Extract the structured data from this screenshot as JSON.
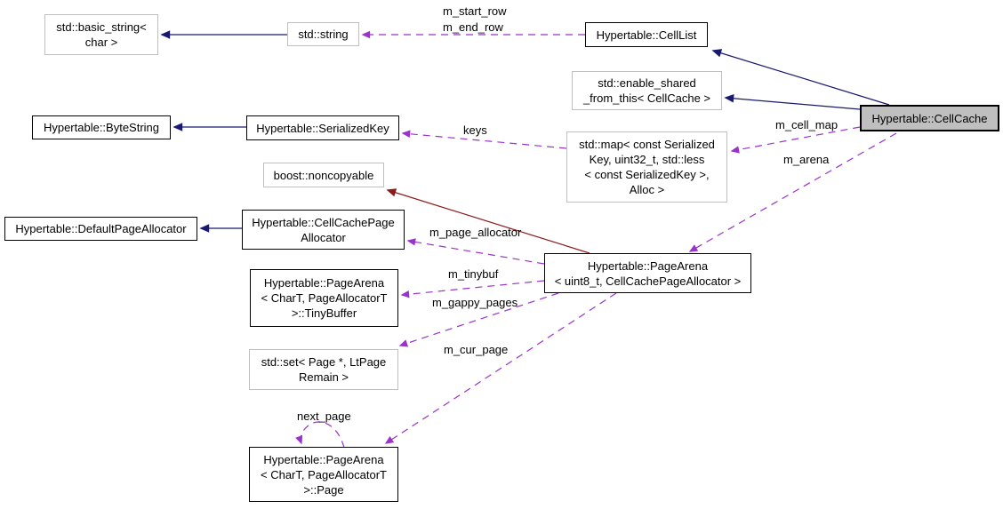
{
  "diagram": {
    "kind": "doxygen-collaboration-graph",
    "current_class": "Hypertable::CellCache",
    "colors": {
      "public_inheritance_arrow": "#191970",
      "private_inheritance_arrow": "#8b1a1a",
      "usage_arrow": "#9a32cd",
      "current_node_fill": "#bfbfbf",
      "node_border": "#000000",
      "external_node_border": "#bfbfbf",
      "background": "#ffffff",
      "text": "#000000"
    },
    "nodes": {
      "basic_string": {
        "lines": [
          "std::basic_string<",
          "char >"
        ]
      },
      "std_string": {
        "lines": [
          "std::string"
        ]
      },
      "celllist": {
        "lines": [
          "Hypertable::CellList"
        ]
      },
      "enable_shared": {
        "lines": [
          "std::enable_shared",
          "_from_this< CellCache >"
        ]
      },
      "cellcache": {
        "lines": [
          "Hypertable::CellCache"
        ]
      },
      "bytestring": {
        "lines": [
          "Hypertable::ByteString"
        ]
      },
      "serializedkey": {
        "lines": [
          "Hypertable::SerializedKey"
        ]
      },
      "stdmap": {
        "lines": [
          "std::map< const Serialized",
          "Key, uint32_t, std::less",
          "< const SerializedKey >,",
          "Alloc >"
        ]
      },
      "noncopyable": {
        "lines": [
          "boost::noncopyable"
        ]
      },
      "defaultpageallocator": {
        "lines": [
          "Hypertable::DefaultPageAllocator"
        ]
      },
      "cellcachepageallocator": {
        "lines": [
          "Hypertable::CellCachePage",
          "Allocator"
        ]
      },
      "pagearena": {
        "lines": [
          "Hypertable::PageArena",
          "< uint8_t, CellCachePageAllocator >"
        ]
      },
      "tinybuffer": {
        "lines": [
          "Hypertable::PageArena",
          "< CharT, PageAllocatorT",
          ">::TinyBuffer"
        ]
      },
      "stdset": {
        "lines": [
          "std::set< Page *, LtPage",
          "Remain >"
        ]
      },
      "page": {
        "lines": [
          "Hypertable::PageArena",
          "< CharT, PageAllocatorT",
          ">::Page"
        ]
      }
    },
    "edge_labels": {
      "m_start_row": "m_start_row",
      "m_end_row": "m_end_row",
      "keys": "keys",
      "m_cell_map": "m_cell_map",
      "m_arena": "m_arena",
      "m_page_allocator": "m_page_allocator",
      "m_tinybuf": "m_tinybuf",
      "m_gappy_pages": "m_gappy_pages",
      "m_cur_page": "m_cur_page",
      "next_page": "next_page"
    }
  }
}
